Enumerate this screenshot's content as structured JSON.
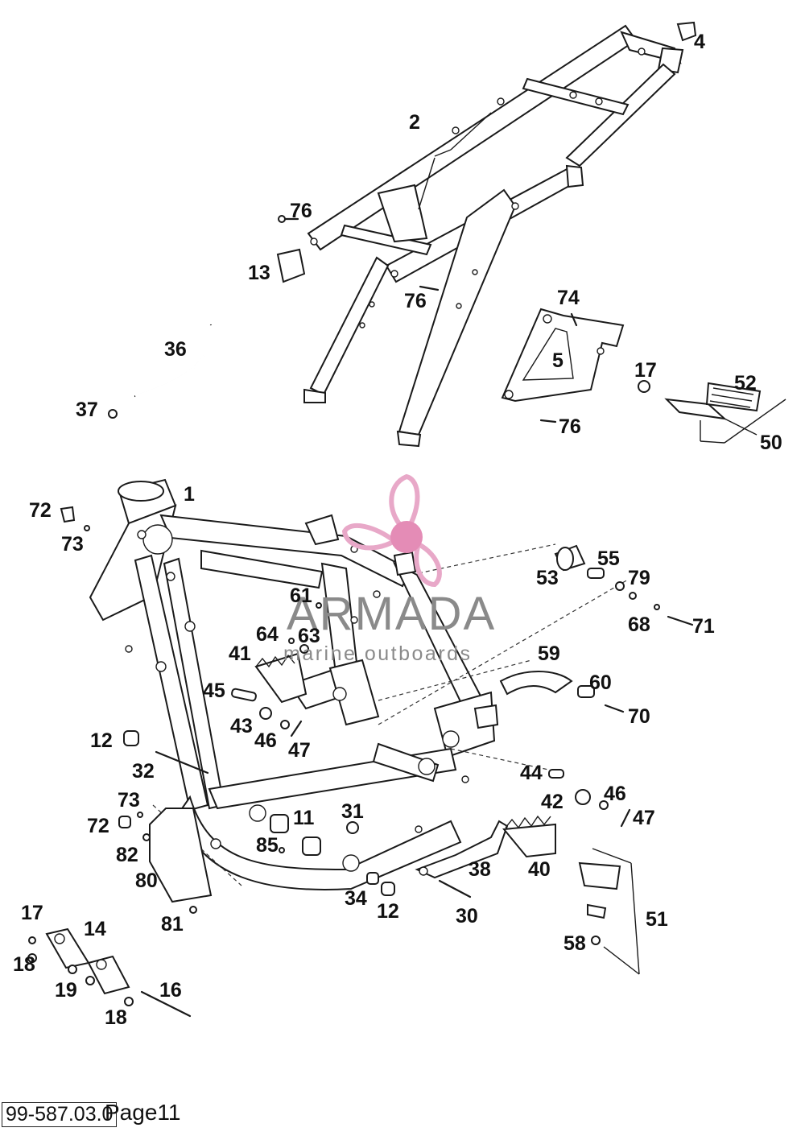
{
  "watermark": {
    "brand": "ARMADA",
    "tagline": "marine outboards",
    "colors": {
      "propeller": "#e8a8c8",
      "hub": "#e48cb6",
      "text": "#8a8a8a"
    }
  },
  "footer": {
    "code": "99-587.03.0",
    "page": "Page11"
  },
  "callouts": [
    "4",
    "2",
    "76",
    "13",
    "76",
    "74",
    "5",
    "36",
    "17",
    "52",
    "37",
    "76",
    "50",
    "1",
    "72",
    "73",
    "53",
    "55",
    "79",
    "61",
    "68",
    "71",
    "64",
    "63",
    "41",
    "59",
    "45",
    "60",
    "70",
    "43",
    "46",
    "47",
    "12",
    "32",
    "44",
    "46",
    "42",
    "47",
    "73",
    "31",
    "72",
    "11",
    "82",
    "85",
    "38",
    "40",
    "80",
    "34",
    "12",
    "30",
    "51",
    "81",
    "17",
    "14",
    "58",
    "18",
    "16",
    "19",
    "18"
  ]
}
